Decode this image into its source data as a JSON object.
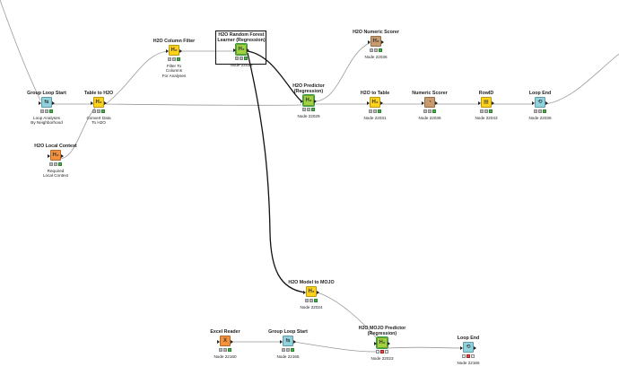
{
  "workflow": {
    "nodes": [
      {
        "id": "n1",
        "type_label": "Group Loop Start",
        "annotation": [
          "Loop Analyses",
          "By Neighborhood"
        ],
        "color": "cyan",
        "glyph": "⇆",
        "status": [
          "g",
          "g",
          "G"
        ]
      },
      {
        "id": "n2",
        "type_label": "Table to H2O",
        "annotation": [
          "Convert Data",
          "To H2O"
        ],
        "color": "yellow",
        "glyph": "H₂",
        "status": [
          "g",
          "g",
          "G"
        ]
      },
      {
        "id": "n3",
        "type_label": "H2O Local Context",
        "annotation": [
          "Required",
          "Local Context"
        ],
        "color": "orange",
        "glyph": "H₂",
        "status": [
          "g",
          "g",
          "G"
        ]
      },
      {
        "id": "n4",
        "type_label": "H2O Column Filter",
        "annotation": [
          "Filter To",
          "Columns",
          "For Analyses"
        ],
        "color": "yellow",
        "glyph": "H₂",
        "status": [
          "g",
          "g",
          "G"
        ]
      },
      {
        "id": "n5",
        "type_label": [
          "H2O Random Forest",
          "Learner (Regression)"
        ],
        "annotation": [
          "Node 22028"
        ],
        "color": "green",
        "glyph": "H₂",
        "status": [
          "g",
          "g",
          "G"
        ]
      },
      {
        "id": "n6",
        "type_label": "H2O Numeric Scorer",
        "annotation": [
          "Node 22036"
        ],
        "color": "tan",
        "glyph": "H₂",
        "status": [
          "g",
          "g",
          "G"
        ]
      },
      {
        "id": "n7",
        "type_label": [
          "H2O Predictor",
          "(Regression)"
        ],
        "annotation": [
          "Node 22029"
        ],
        "color": "green",
        "glyph": "H₂",
        "status": [
          "g",
          "g",
          "G"
        ]
      },
      {
        "id": "n8",
        "type_label": "H2O to Table",
        "annotation": [
          "Node 22031"
        ],
        "color": "yellow",
        "glyph": "H₂",
        "status": [
          "g",
          "g",
          "G"
        ]
      },
      {
        "id": "n9",
        "type_label": "Numeric Scorer",
        "annotation": [
          "Node 22036"
        ],
        "color": "tan",
        "glyph": "◔",
        "status": [
          "g",
          "g",
          "G"
        ]
      },
      {
        "id": "n10",
        "type_label": "RowID",
        "annotation": [
          "Node 22043"
        ],
        "color": "yellow",
        "glyph": "▤",
        "status": [
          "g",
          "g",
          "G"
        ]
      },
      {
        "id": "n11",
        "type_label": "Loop End",
        "annotation": [
          "Node 22036"
        ],
        "color": "cyan",
        "glyph": "⟲",
        "status": [
          "g",
          "g",
          "G"
        ]
      },
      {
        "id": "n12",
        "type_label": "H2O Model to MOJO",
        "annotation": [
          "Node 22024"
        ],
        "color": "yellow",
        "glyph": "H₂",
        "status": [
          "g",
          "g",
          "G"
        ]
      },
      {
        "id": "n13",
        "type_label": "Excel Reader",
        "annotation": [
          "Node 22160"
        ],
        "color": "orange",
        "glyph": "X",
        "status": [
          "g",
          "g",
          "G"
        ]
      },
      {
        "id": "n14",
        "type_label": "Group Loop Start",
        "annotation": [
          "Node 22165"
        ],
        "color": "cyan",
        "glyph": "⇆",
        "status": [
          "g",
          "g",
          "G"
        ]
      },
      {
        "id": "n15",
        "type_label": [
          "H2O MOJO Predictor",
          "(Regression)"
        ],
        "annotation": [
          "Node 22023"
        ],
        "color": "green",
        "glyph": "H₂",
        "status": [
          "W",
          "R",
          "W"
        ]
      },
      {
        "id": "n16",
        "type_label": "Loop End",
        "annotation": [
          "Node 22166"
        ],
        "color": "cyan",
        "glyph": "⟲",
        "status": [
          "W",
          "R",
          "W"
        ]
      }
    ],
    "colors": {
      "edge": "#9a9a9a",
      "edge_selected": "#111111"
    }
  }
}
